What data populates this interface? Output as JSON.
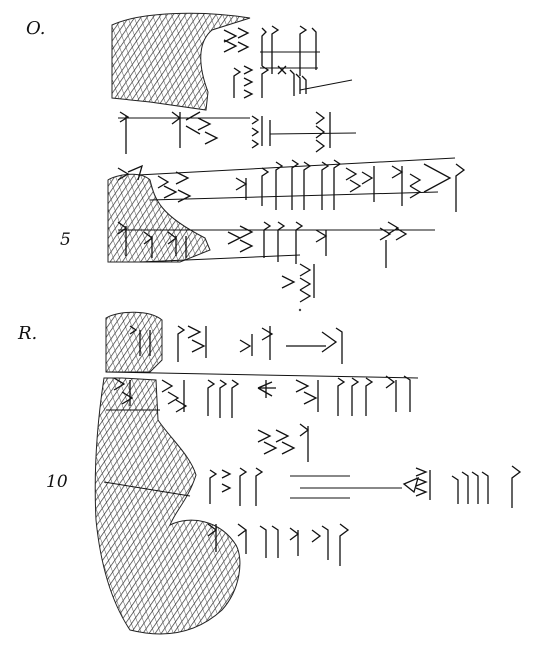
{
  "drawing": {
    "labels": {
      "obverse": "O.",
      "line_5": "5",
      "reverse": "R.",
      "line_10": "10"
    },
    "colors": {
      "ink": "#111111",
      "paper": "#ffffff",
      "damage_hatching": "#333333"
    }
  }
}
